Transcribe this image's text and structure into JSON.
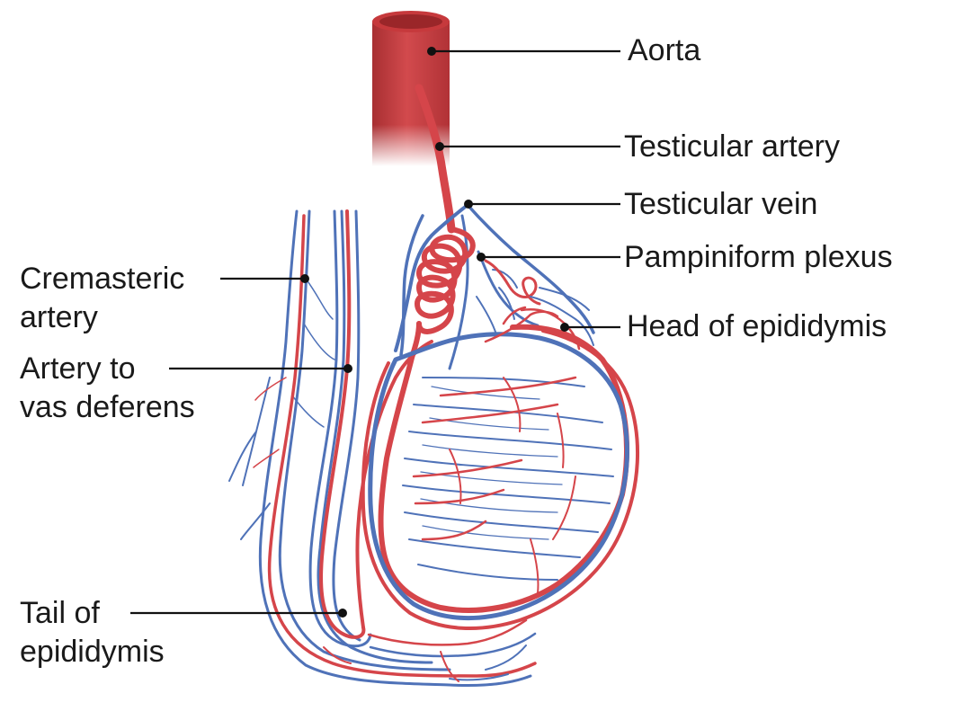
{
  "labels": {
    "aorta": "Aorta",
    "testicular_artery": "Testicular artery",
    "testicular_vein": "Testicular vein",
    "pampiniform_plexus": "Pampiniform plexus",
    "head_of_epididymis": "Head of epididymis",
    "cremasteric_artery_l1": "Cremasteric",
    "cremasteric_artery_l2": "artery",
    "artery_to_vas_l1": "Artery to",
    "artery_to_vas_l2": "vas deferens",
    "tail_of_epididymis_l1": "Tail of",
    "tail_of_epididymis_l2": "epididymis"
  },
  "colors": {
    "artery": "#d5454a",
    "vein": "#4f72b8",
    "aorta": "#c4393c",
    "aorta_top": "#a92e31",
    "leader": "#111111",
    "text": "#1a1a1a"
  }
}
